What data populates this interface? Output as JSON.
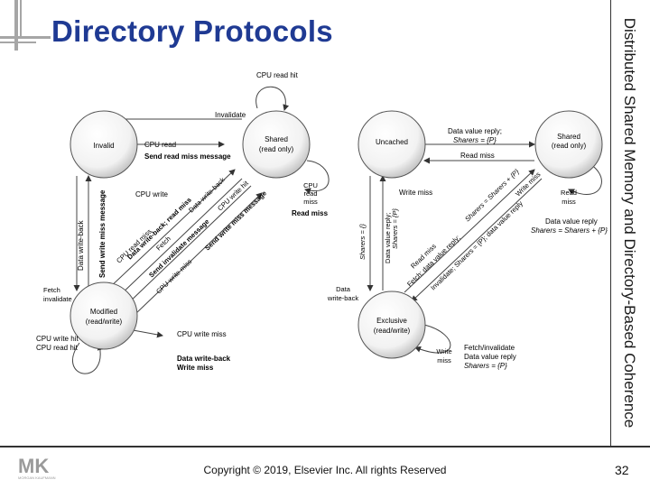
{
  "slide": {
    "title": "Directory Protocols",
    "side_title": "Distributed Shared Memory and Directory-Based Coherence",
    "copyright": "Copyright © 2019, Elsevier Inc. All rights Reserved",
    "page_number": "32",
    "logo_text": "MK",
    "logo_subtext": "MORGAN KAUFMANN"
  },
  "cache_diagram": {
    "states": {
      "invalid": [
        "Invalid"
      ],
      "shared": [
        "Shared",
        "(read only)"
      ],
      "modified": [
        "Modified",
        "(read/write)"
      ]
    },
    "labels": {
      "cpu_read_hit": "CPU read hit",
      "invalidate": "Invalidate",
      "cpu_read": "CPU read",
      "send_read_miss": "Send read miss message",
      "cpu_write": "CPU write",
      "cpu_read_miss_shared": [
        "CPU",
        "read",
        "miss"
      ],
      "read_miss_shared": "Read miss",
      "data_write_back_left": "Data write-back",
      "send_write_miss_left": "Send write miss message",
      "fetch_invalidate": [
        "Fetch",
        "invalidate"
      ],
      "diag_cpu_read_miss": "CPU read miss",
      "diag_data_wb_read_miss": "Data write-back; read miss",
      "diag_fetch": "Fetch",
      "diag_send_invalidate": "Send invalidate message",
      "diag_cpu_write_miss": "CPU write miss",
      "diag_data_wb": "Data write-back",
      "diag_cpu_write_hit": "CPU write hit",
      "diag_send_write_miss": "Send write miss message",
      "mod_self": [
        "CPU write hit",
        "CPU read hit"
      ],
      "cpu_write_miss": "CPU write miss",
      "data_wb_write_miss": [
        "Data write-back",
        "Write miss"
      ]
    }
  },
  "directory_diagram": {
    "states": {
      "uncached": [
        "Uncached"
      ],
      "shared": [
        "Shared",
        "(read only)"
      ],
      "exclusive": [
        "Exclusive",
        "(read/write)"
      ]
    },
    "labels": {
      "data_value_reply_top": [
        "Data value reply;",
        "Sharers = {P}"
      ],
      "read_miss_top": "Read miss",
      "read_miss_self": [
        "Read",
        "miss"
      ],
      "data_value_reply_right": [
        "Data value reply",
        "Sharers = Sharers + {P}"
      ],
      "write_miss_left": "Write miss",
      "sharers_empty": "Sharers = {}",
      "data_value_reply_v": [
        "Data value reply;",
        "Sharers = {P}"
      ],
      "data_writeback": [
        "Data",
        "write-back"
      ],
      "diag_read_miss": "Read miss",
      "diag_fetch_dvr": "Fetch; data value reply;",
      "diag_invalidate": "Invalidate; Sharers = {P}; data value reply",
      "diag_sharers_plus": "Sharers = Sharers + {P}",
      "diag_write_miss": "Write miss",
      "write_miss_self": [
        "Write",
        "miss"
      ],
      "excl_right": [
        "Fetch/invalidate",
        "Data value reply",
        "Sharers = {P}"
      ]
    }
  }
}
